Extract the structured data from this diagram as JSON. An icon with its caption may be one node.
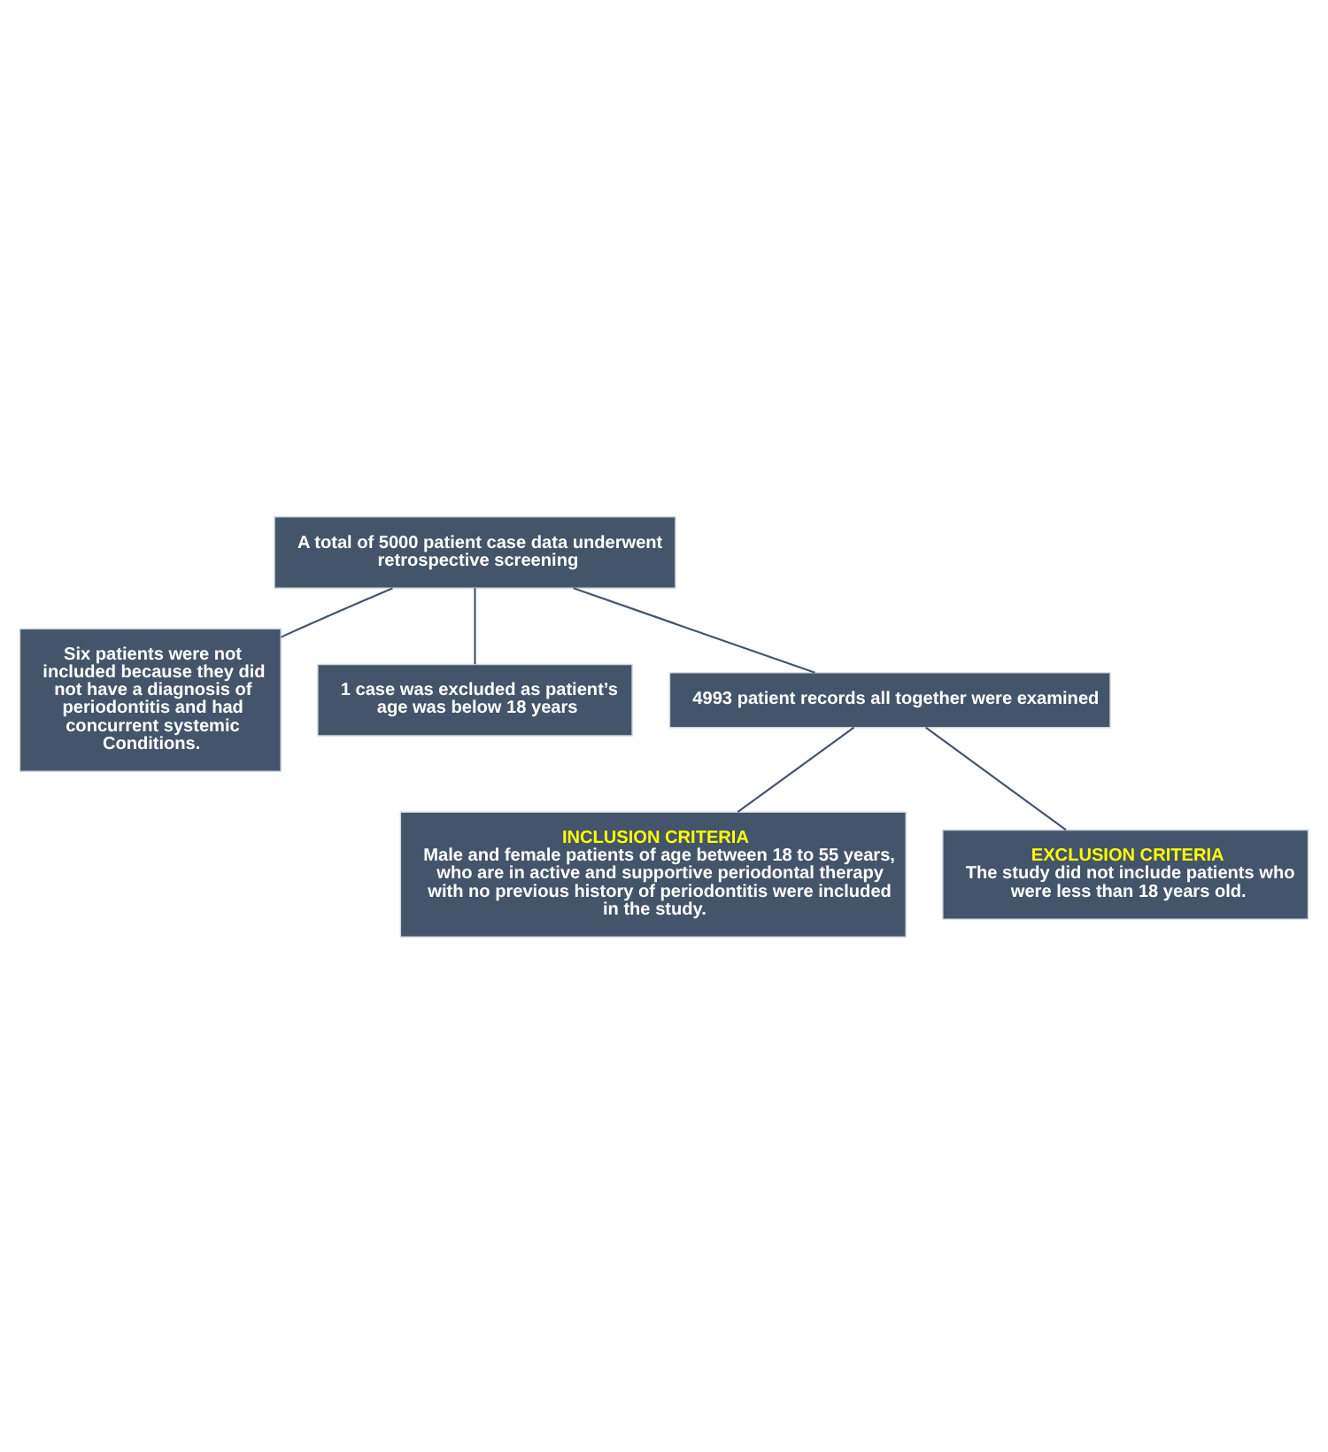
{
  "diagram": {
    "nodes": [
      {
        "text": [
          "A total of 5000 patient case data underwent retrospective screening"
        ]
      },
      {
        "text": [
          "Six patients were not included because they did not have a diagnosis of periodontitis and had concurrent systemic Conditions."
        ]
      },
      {
        "text": [
          "1 case was excluded as patient’s age was below 18 years"
        ]
      },
      {
        "text": [
          "4993 patient records all together were examined"
        ]
      },
      {
        "text": [
          "INCLUSION CRITERIA",
          "Male and female patients of age between 18 to 55 years, who are in active and supportive periodontal therapy with no previous history of periodontitis were included in the study."
        ]
      },
      {
        "text": [
          "EXCLUSION CRITERIA",
          "The study did not include patients who were less than 18 years old."
        ]
      }
    ],
    "edges": [
      {
        "from": 0,
        "to": 1,
        "arrow": "none"
      },
      {
        "from": 0,
        "to": 2,
        "arrow": "none"
      },
      {
        "from": 0,
        "to": 3,
        "arrow": "none"
      },
      {
        "from": 3,
        "to": 4,
        "arrow": "none"
      },
      {
        "from": 3,
        "to": 5,
        "arrow": "none"
      }
    ]
  }
}
